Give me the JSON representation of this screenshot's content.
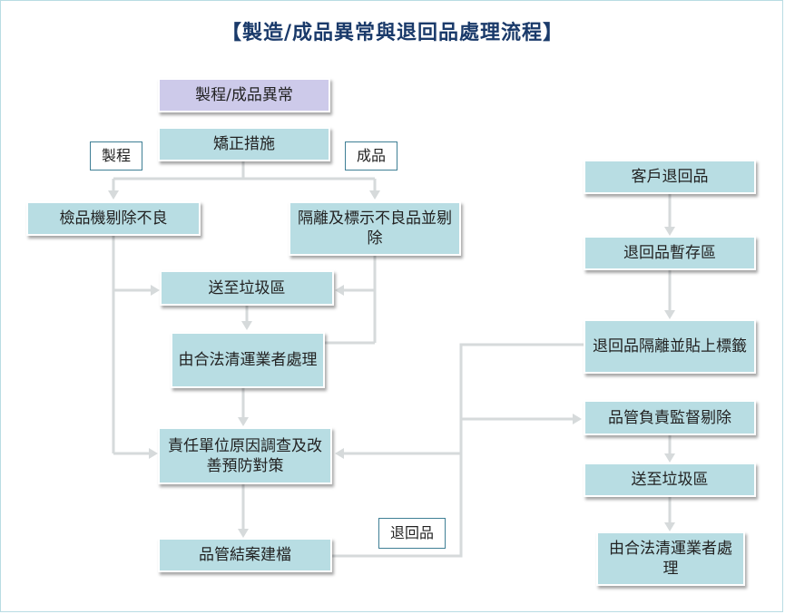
{
  "title": "【製造/成品異常與退回品處理流程】",
  "nodes": {
    "anomaly": "製程/成品異常",
    "correct": "矯正措施",
    "inspect_remove": "檢品機剔除不良",
    "isolate_mark": "隔離及標示不良品並剔除",
    "to_garbage_left": "送至垃圾區",
    "legal_disposal_left": "由合法清運業者處理",
    "investigate": "責任單位原因調查及改善預防對策",
    "qc_file": "品管結案建檔",
    "customer_return": "客戶退回品",
    "temp_storage": "退回品暫存區",
    "isolate_label": "退回品隔離並貼上標籤",
    "qc_supervise": "品管負責監督剔除",
    "to_garbage_right": "送至垃圾區",
    "legal_disposal_right": "由合法清運業者處理"
  },
  "tags": {
    "process": "製程",
    "product": "成品",
    "returned": "退回品"
  }
}
